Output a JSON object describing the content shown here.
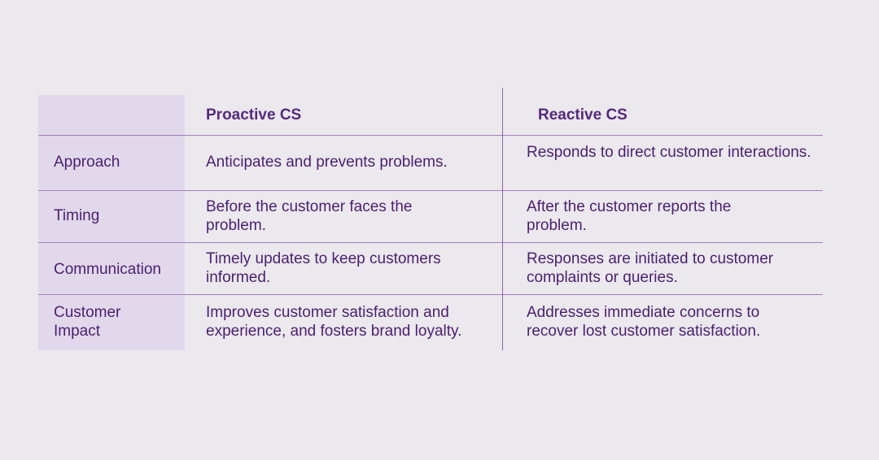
{
  "table": {
    "columns": {
      "proactive": "Proactive CS",
      "reactive": "Reactive CS"
    },
    "rows": [
      {
        "label": "Approach",
        "proactive": "Anticipates and prevents problems.",
        "reactive": "Responds to direct customer interactions."
      },
      {
        "label": "Timing",
        "proactive": "Before the customer faces the problem.",
        "reactive": "After the customer reports the problem."
      },
      {
        "label": "Communication",
        "proactive": "Timely updates to keep customers informed.",
        "reactive": "Responses are initiated to customer complaints or queries."
      },
      {
        "label": "Customer Impact",
        "proactive": "Improves customer satisfaction and experience, and fosters brand loyalty.",
        "reactive": "Addresses immediate concerns to recover lost customer satisfaction."
      }
    ]
  },
  "colors": {
    "background": "#ebe8ee",
    "label_column": "#e1d8ec",
    "text": "#4b1f6f",
    "rule": "#a27fbd"
  }
}
